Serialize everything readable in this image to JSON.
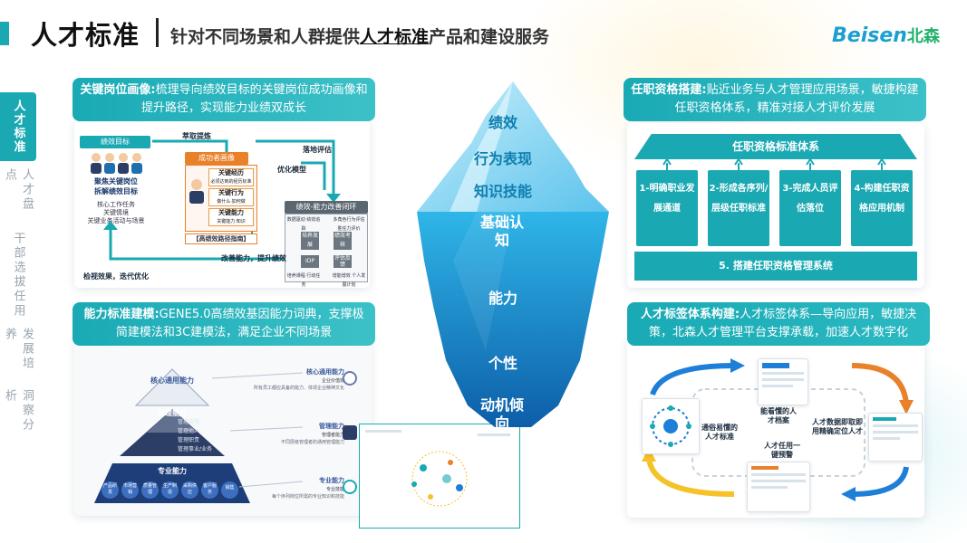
{
  "header": {
    "title": "人才标准",
    "subtitle_pre": "针对不同场景和人群提供",
    "subtitle_em": "人才标准",
    "subtitle_post": "产品和建设服务",
    "logo_latin": "Beisen",
    "logo_cn": "北森"
  },
  "sidenav": {
    "active": "人才标准",
    "items": [
      "人才盘点",
      "干部选拔任用",
      "发展培养",
      "洞察分析"
    ]
  },
  "panel_key_position": {
    "caption_bold": "关键岗位画像:",
    "caption_text": "梳理导向绩效目标的关键岗位成功画像和提升路径，实现能力业绩双成长",
    "goal_bar": "绩效目标",
    "goal_line1": "聚焦关键岗位",
    "goal_line2": "拆解绩效目标",
    "goal_note1": "核心工作任务",
    "goal_note2": "关键情境",
    "goal_note3": "关键业务活动与场景",
    "arrow_extract": "萃取提炼",
    "success_bar": "成功者画像",
    "exp": "关键经历",
    "exp_note": "必须达到的经历标准",
    "beh": "关键行为",
    "beh_note": "做什么·如何做",
    "cap": "关键能力",
    "cap_note": "关键能力·知识",
    "guide": "【高绩效路径指南】",
    "arrow_land": "落地评估",
    "arrow_optimize": "优化模型",
    "loop_bar": "绩效-能力改善闭环",
    "loop_a": "数据驱动 绩效追踪",
    "loop_b": "多角色行为评估 胜任力评价",
    "loop_c": "培养课程 行动任务",
    "loop_d": "增能增效 个人发展计划",
    "loop_q1": "培养发展",
    "loop_q2": "绩效考核",
    "loop_q3": "IDP",
    "loop_q4": "评估反馈",
    "arrow_improve": "改善能力，提升绩效",
    "arrow_review": "检视效果，迭代优化"
  },
  "panel_competency": {
    "caption_bold": "能力标准建模:",
    "caption_text": "GENE5.0高绩效基因能力词典，支撑极简建模法和3C建模法，满足企业不同场景",
    "core": "核心通用能力",
    "mgmt": "管理能力",
    "mgmt_items": [
      "管理自我",
      "管理他人",
      "管理职责",
      "管理事业/业务"
    ],
    "pro": "专业能力",
    "pro_items": [
      "产品研发",
      "市场营销",
      "质量管理",
      "生产制造",
      "采购供应",
      "客户服务",
      "销售"
    ],
    "right1_title": "核心通用能力",
    "right1_sub": "企业价值观",
    "right1_note": "所有员工都应具备的能力、体现企业精神文化",
    "right2_title": "管理能力",
    "right2_sub": "管理者能力",
    "right2_note": "不同层级管理者的通用管理能力",
    "right3_title": "专业能力",
    "right3_sub": "专业技能",
    "right3_note": "每个序列岗位所需的专业知识和技能"
  },
  "iceberg": {
    "above": [
      "绩效",
      "行为表现",
      "知识技能"
    ],
    "below": [
      "基础认知",
      "能力",
      "个性",
      "动机倾向"
    ],
    "colors": {
      "sky": "#2fb6e8",
      "deep": "#0d6fb8",
      "tip": "#86d4f2"
    }
  },
  "panel_qualification": {
    "caption_bold": "任职资格搭建:",
    "caption_text": "贴近业务与人才管理应用场景，敏捷构建任职资格体系，精准对接人才评价发展",
    "system_title": "任职资格标准体系",
    "steps": [
      "1-明确职业发展通道",
      "2-形成各序列/层级任职标准",
      "3-完成人员评估落位",
      "4-构建任职资格应用机制"
    ],
    "base": "5. 搭建任职资格管理系统"
  },
  "panel_tags": {
    "caption_bold": "人才标签体系构建:",
    "caption_text": "人才标签体系—导向应用，敏捷决策，北森人才管理平台支撑承载，加速人才数字化",
    "n1": "通俗易懂的人才标准",
    "n2": "能看懂的人才档案",
    "n3": "人才数据即取即用精确定位人才",
    "n4": "人才任用一键预警"
  },
  "colors": {
    "teal": "#1aa9b3",
    "orange": "#e8812a",
    "blue": "#1e7fd8",
    "yellow": "#f5c22a"
  }
}
